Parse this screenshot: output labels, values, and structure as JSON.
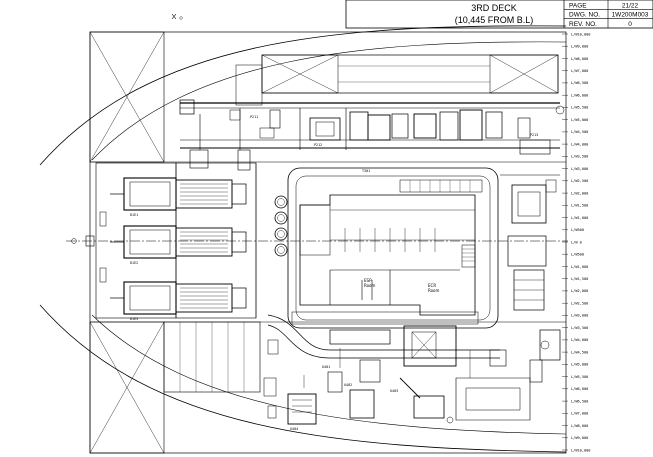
{
  "title_block": {
    "title_line1": "3RD DECK",
    "title_line2": "(10,445 FROM B.L)",
    "rows": [
      {
        "label": "PAGE",
        "value": "21/22"
      },
      {
        "label": "DWG. NO.",
        "value": "1W200M003"
      },
      {
        "label": "REV. NO.",
        "value": "0"
      }
    ]
  },
  "frame_labels": [
    "L/W10,000",
    "L/W9,000",
    "L/W8,000",
    "L/W7,000",
    "L/W6,500",
    "L/W6,000",
    "L/W5,500",
    "L/W5,000",
    "L/W4,500",
    "L/W4,000",
    "L/W3,500",
    "L/W3,000",
    "L/W2,500",
    "L/W2,000",
    "L/W1,500",
    "L/W1,000",
    "L/W500",
    "L/W 0",
    "L/W500",
    "L/W1,000",
    "L/W1,500",
    "L/W2,000",
    "L/W2,500",
    "L/W3,000",
    "L/W3,500",
    "L/W4,000",
    "L/W4,500",
    "L/W5,000",
    "L/W5,500",
    "L/W6,000",
    "L/W6,500",
    "L/W7,000",
    "L/W8,000",
    "L/W9,000",
    "L/W10,000"
  ],
  "room_labels": {
    "room_a": "ESP",
    "room_a_sub": "Room",
    "room_b": "ECR",
    "room_b_sub": "Room"
  },
  "equipment_tags": {
    "engine_1": "D1E1",
    "engine_2": "D1E2",
    "engine_3": "D1E3",
    "pump_1": "P211",
    "pump_2": "P212",
    "pump_3": "P213",
    "tank_1": "T301",
    "unit_1": "U401",
    "unit_2": "U402",
    "unit_3": "U403",
    "unit_4": "U404"
  }
}
